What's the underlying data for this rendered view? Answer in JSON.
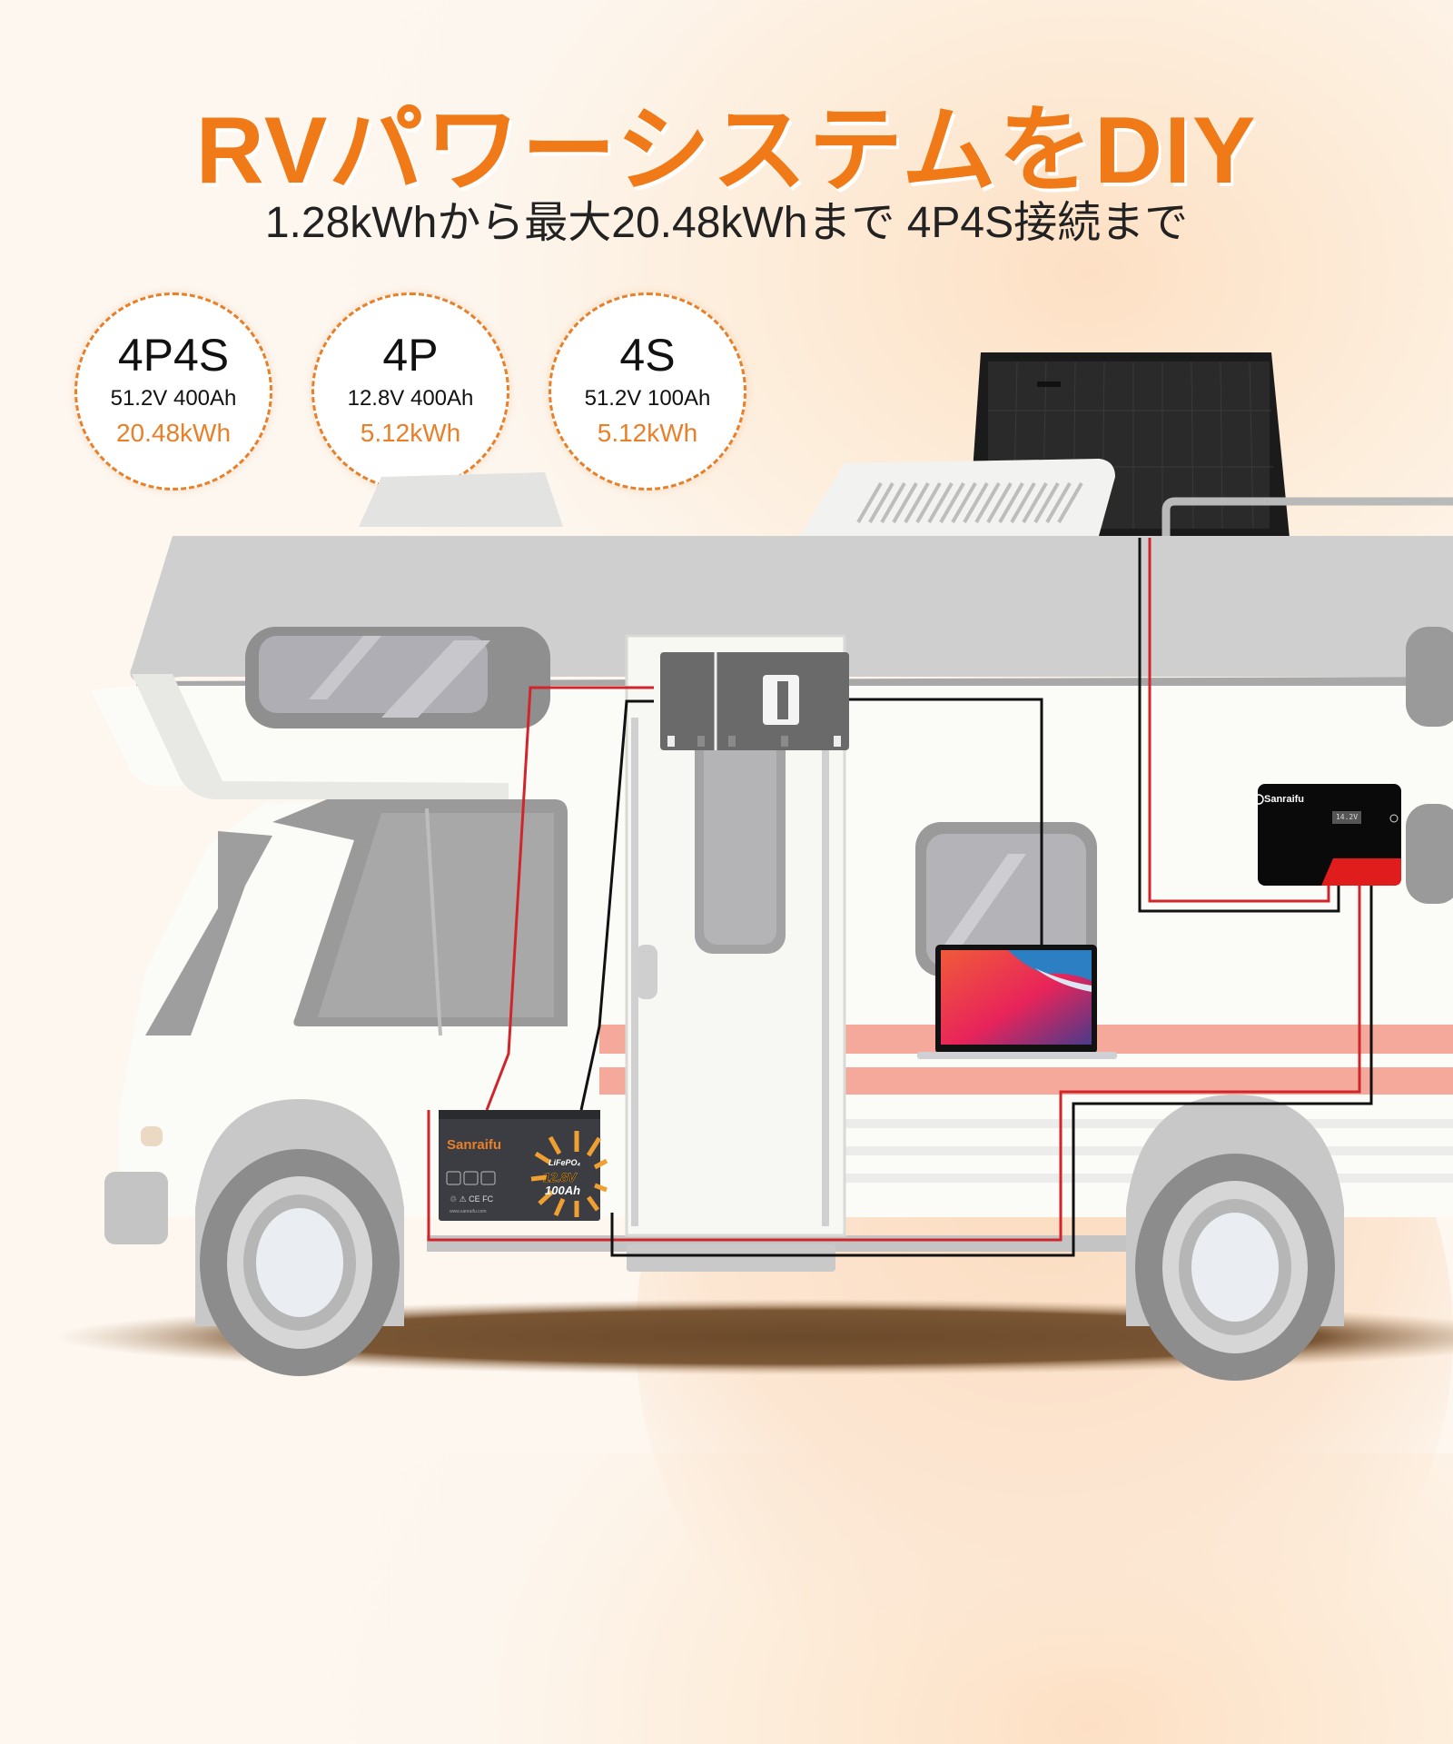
{
  "header": {
    "title": "RVパワーシステムをDIY",
    "subtitle": "1.28kWhから最大20.48kWhまで 4P4S接続まで"
  },
  "configurations": [
    {
      "name": "4P4S",
      "spec": "51.2V 400Ah",
      "energy": "20.48kWh"
    },
    {
      "name": "4P",
      "spec": "12.8V 400Ah",
      "energy": "5.12kWh"
    },
    {
      "name": "4S",
      "spec": "51.2V 100Ah",
      "energy": "5.12kWh"
    }
  ],
  "battery": {
    "brand": "Sanraifu",
    "chemistry": "LiFePO₄",
    "voltage": "12.8V",
    "capacity": "100Ah",
    "certifications": "♲ ⚠ CE FC",
    "url": "www.sanraifu.com"
  },
  "controller": {
    "brand": "Sanraifu",
    "display": "14.2V"
  },
  "colors": {
    "accent": "#f07a18",
    "wire_positive": "#d0262b",
    "wire_negative": "#111111",
    "stripe": "#f4a99a"
  }
}
